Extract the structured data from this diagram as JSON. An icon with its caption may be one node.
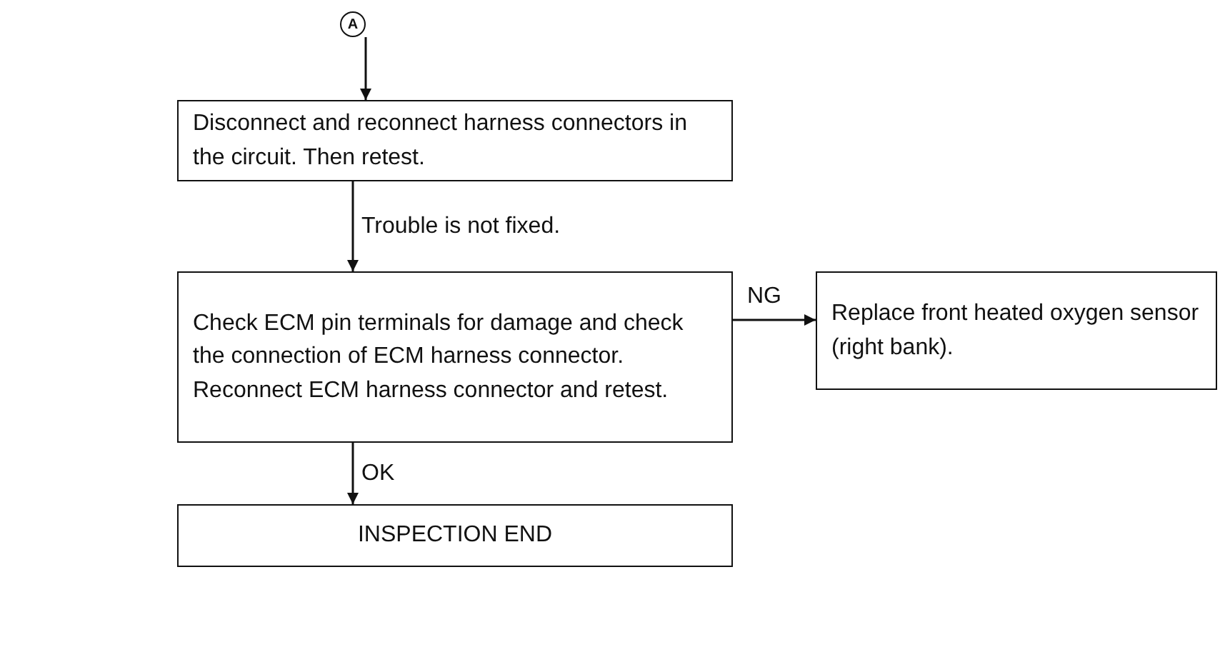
{
  "diagram": {
    "nodes": [
      {
        "text": [
          "A"
        ]
      },
      {
        "text": [
          "Disconnect and reconnect harness connectors in the circuit. Then retest."
        ]
      },
      {
        "text": [
          "Check ECM pin terminals for damage and check the connection of ECM harness connector. Reconnect ECM harness connector and retest."
        ]
      },
      {
        "text": [
          "Replace front heated oxygen sensor (right bank)."
        ]
      },
      {
        "text": [
          "INSPECTION END"
        ]
      }
    ],
    "edges": [
      {
        "from": 0,
        "to": 1,
        "arrow": "to"
      },
      {
        "from": 1,
        "to": 2,
        "arrow": "to",
        "label": "Trouble is not fixed."
      },
      {
        "from": 2,
        "to": 3,
        "arrow": "to",
        "label": "NG"
      },
      {
        "from": 2,
        "to": 4,
        "arrow": "to",
        "label": "OK"
      }
    ]
  }
}
